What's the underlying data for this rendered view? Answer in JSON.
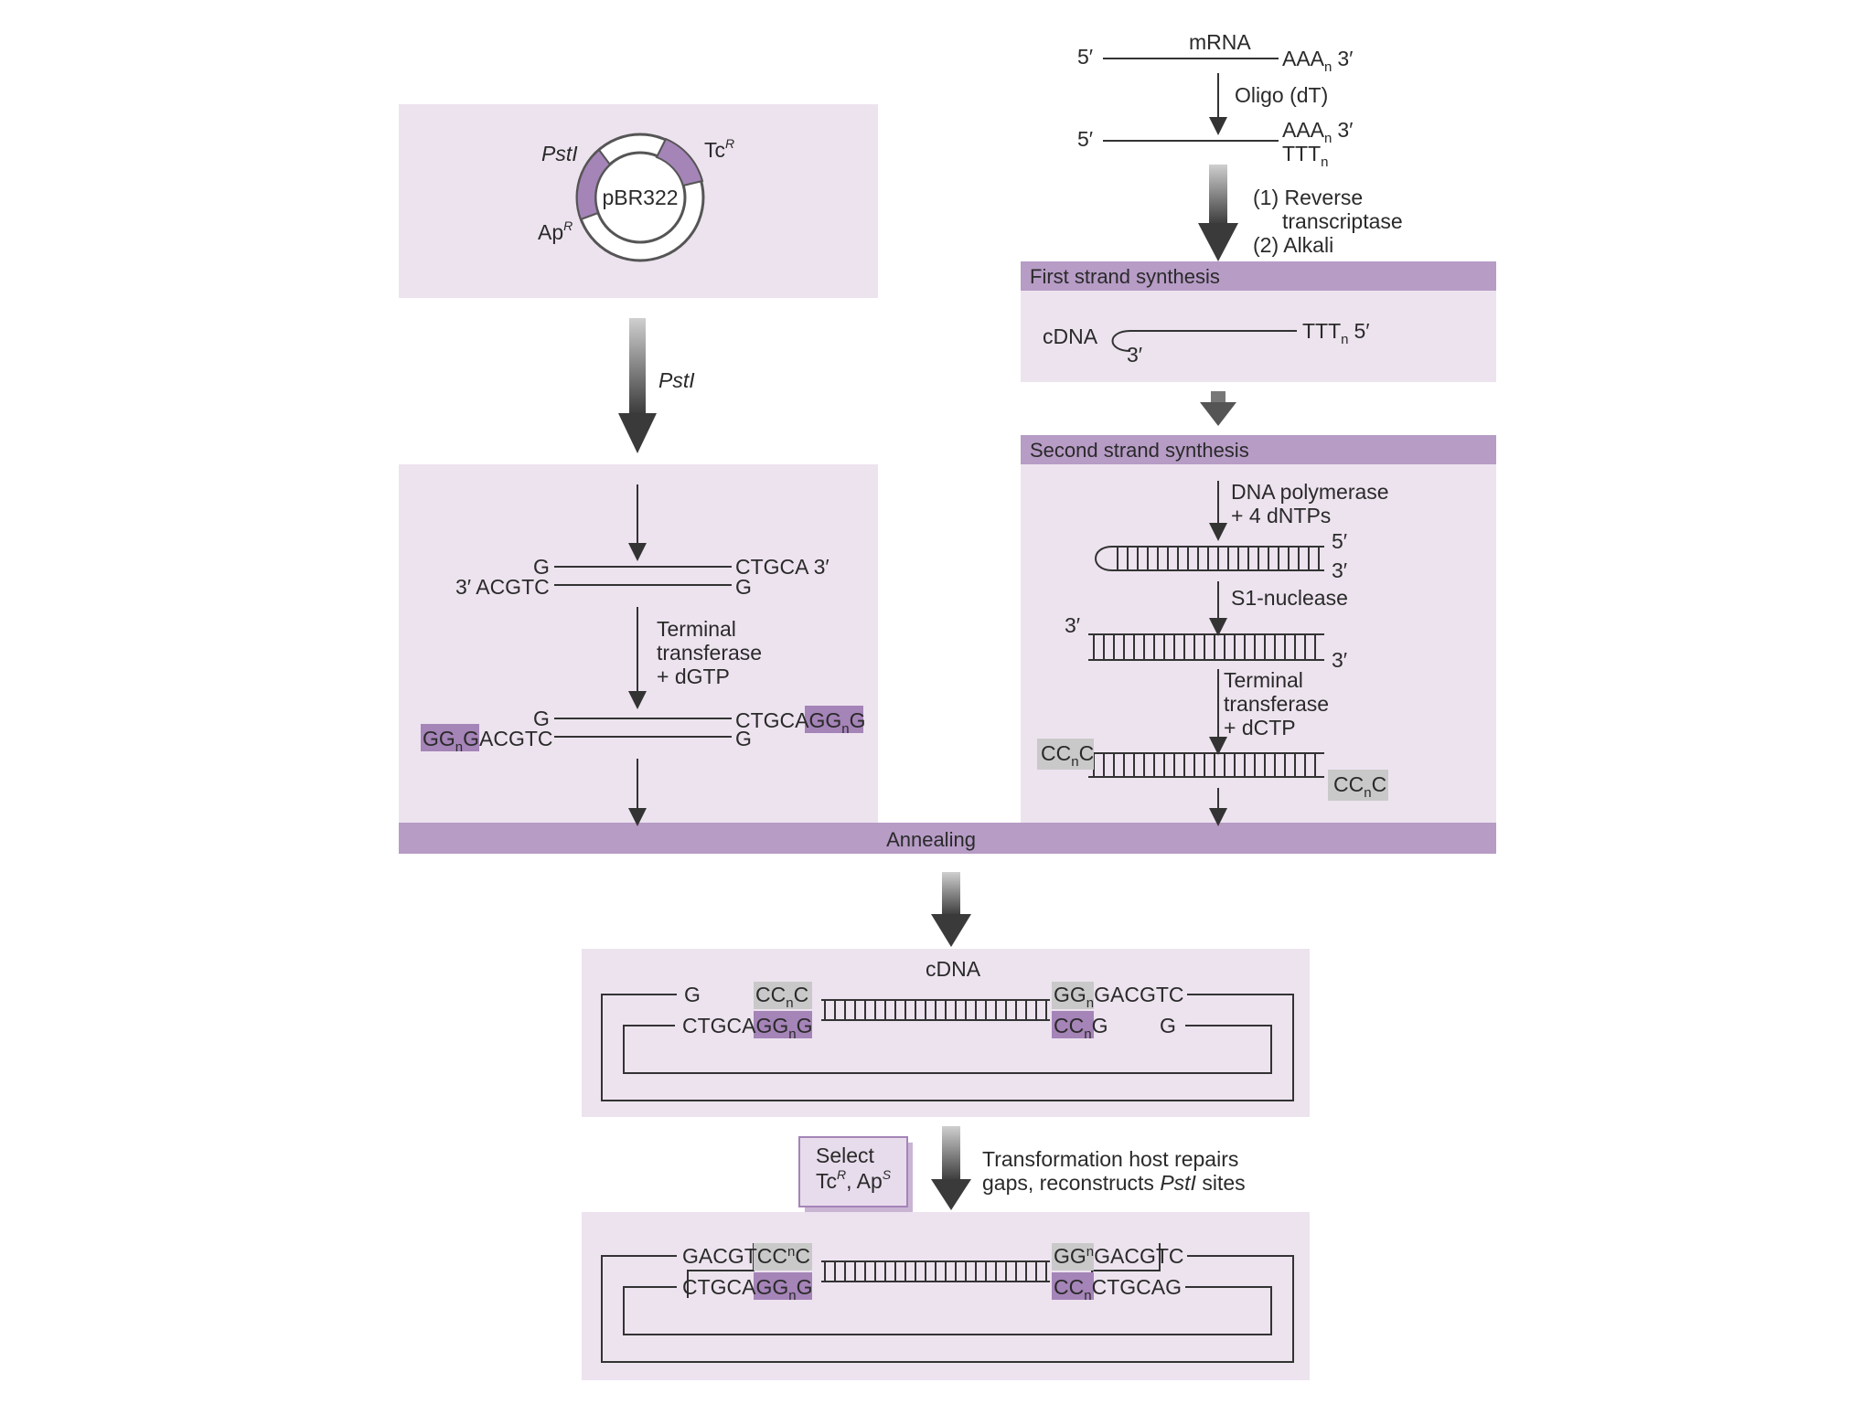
{
  "colors": {
    "panel": "#ede3ef",
    "header_bar": "#b79cc6",
    "highlight_purple": "#a584b8",
    "highlight_grey": "#c9c9c9",
    "arrow_dark": "#3a3a3a",
    "line": "#333333"
  },
  "plasmid": {
    "name": "pBR322",
    "site_pst": "PstI",
    "tc": "Tc",
    "ap": "Ap",
    "sup_r": "R"
  },
  "left": {
    "enzyme": "PstI",
    "seq_g": "G",
    "seq_ctgca3": "CTGCA 3′",
    "seq_3acgtc": "3′ ACGTC",
    "tt_line1": "Terminal",
    "tt_line2": "transferase",
    "tt_line3": "+ dGTP",
    "tail_top_prefix": "CTGCA",
    "tail_top_hl": "GG",
    "tail_bot_hl": "GG",
    "tail_bot_suffix": "ACGTC",
    "sub_n": "n"
  },
  "right": {
    "mrna": "mRNA",
    "five_prime": "5′",
    "three_prime": "3′",
    "aaa": "AAA",
    "ttt": "TTT",
    "oligo": "Oligo (dT)",
    "rt1": "(1) Reverse",
    "rt2": "transcriptase",
    "rt3": "(2) Alkali",
    "first_strand": "First strand synthesis",
    "cdna": "cDNA",
    "second_strand": "Second strand synthesis",
    "pol1": "DNA polymerase",
    "pol2": "+ 4 dNTPs",
    "s1": "S1-nuclease",
    "tt1": "Terminal",
    "tt2": "transferase",
    "tt3": "+ dCTP",
    "cc": "CC",
    "c": "C"
  },
  "annealing": "Annealing",
  "recomb": {
    "cdna": "cDNA",
    "g": "G",
    "ctgca": "CTGCA",
    "gacgtc": "GACGTC",
    "cc": "CC",
    "gg": "GG",
    "c": "C",
    "n": "n"
  },
  "select": {
    "line1": "Select",
    "line2_tc": "Tc",
    "line2_ap": "Ap",
    "sup_r": "R",
    "sup_s": "S"
  },
  "transformation": {
    "line1": "Transformation host repairs",
    "line2a": "gaps, reconstructs ",
    "line2b": "PstI",
    "line2c": " sites"
  },
  "final": {
    "gacgt": "GACGT",
    "ctgca": "CTGCA",
    "ccnc": "CC",
    "ggng": "GG",
    "gacgtc": "GACGTC",
    "ctgcag": "CTGCAG",
    "g": "G",
    "c": "C",
    "n": "n"
  }
}
